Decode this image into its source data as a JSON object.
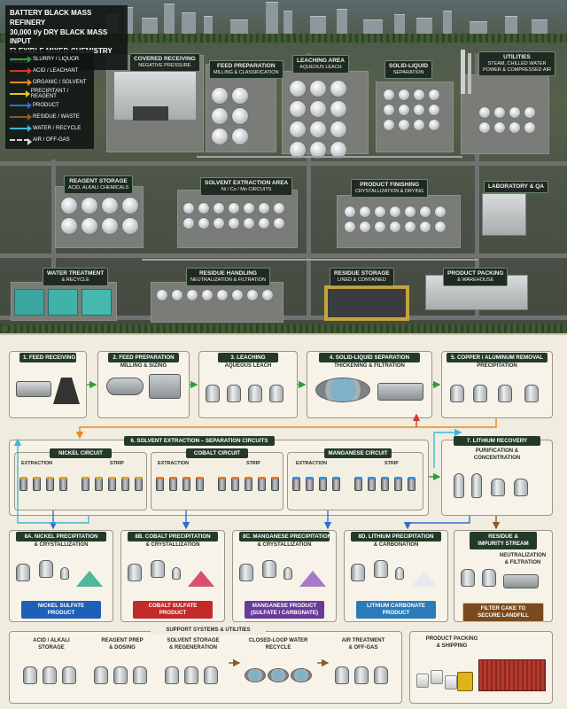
{
  "title": {
    "line1": "BATTERY BLACK MASS REFINERY",
    "line2": "30,000 t/y DRY BLACK MASS INPUT",
    "line3": "FLEXIBLE MIXED-CHEMISTRY FEED"
  },
  "legend": [
    {
      "label": "SLURRY / LIQUOR",
      "color": "#2e9e3c",
      "style": "solid"
    },
    {
      "label": "ACID / LEACHANT",
      "color": "#d8352b",
      "style": "solid"
    },
    {
      "label": "ORGANIC / SOLVENT",
      "color": "#e88a1d",
      "style": "solid"
    },
    {
      "label": "PRECIPITANT / REAGENT",
      "color": "#e8c51d",
      "style": "solid"
    },
    {
      "label": "PRODUCT",
      "color": "#2f6fd1",
      "style": "solid"
    },
    {
      "label": "RESIDUE / WASTE",
      "color": "#8a5a2b",
      "style": "solid"
    },
    {
      "label": "WATER / RECYCLE",
      "color": "#39b9d9",
      "style": "solid"
    },
    {
      "label": "AIR / OFF-GAS",
      "color": "#d9d9d9",
      "style": "dashed"
    }
  ],
  "aerial_labels": {
    "covered_receiving": [
      "COVERED RECEIVING",
      "NEGATIVE PRESSURE"
    ],
    "feed_preparation": [
      "FEED PREPARATION",
      "MILLING & CLASSIFICATION"
    ],
    "leaching_area": [
      "LEACHING AREA",
      "AQUEOUS LEACH"
    ],
    "solid_liquid": [
      "SOLID-LIQUID",
      "SEPARATION"
    ],
    "utilities": [
      "UTILITIES",
      "STEAM, CHILLED WATER",
      "POWER & COMPRESSED AIR"
    ],
    "reagent_storage": [
      "REAGENT STORAGE",
      "ACID, ALKALI CHEMICALS"
    ],
    "solvent_extraction_area": [
      "SOLVENT EXTRACTION AREA",
      "Ni / Co / Mn CIRCUITS"
    ],
    "product_finishing": [
      "PRODUCT FINISHING",
      "CRYSTALLIZATION & DRYING"
    ],
    "laboratory": [
      "LABORATORY & QA"
    ],
    "water_treatment": [
      "WATER TREATMENT",
      "& RECYCLE"
    ],
    "residue_handling": [
      "RESIDUE HANDLING",
      "NEUTRALIZATION & FILTRATION"
    ],
    "residue_storage": [
      "RESIDUE STORAGE",
      "LINED & CONTAINED"
    ],
    "product_packing": [
      "PRODUCT PACKING",
      "& WAREHOUSE"
    ]
  },
  "steps": {
    "s1": {
      "title": "1. FEED RECEIVING"
    },
    "s2": {
      "title": "2. FEED PREPARATION",
      "sub": "MILLING & SIZING"
    },
    "s3": {
      "title": "3. LEACHING",
      "sub": "AQUEOUS LEACH"
    },
    "s4": {
      "title": "4. SOLID-LIQUID SEPARATION",
      "sub": "THICKENING & FILTRATION"
    },
    "s5": {
      "title": "5. COPPER / ALUMINUM REMOVAL",
      "sub": "PRECIPITATION"
    },
    "s6": {
      "title": "6. SOLVENT EXTRACTION – SEPARATION CIRCUITS"
    },
    "s7": {
      "title": "7. LITHIUM RECOVERY",
      "sub1": "PURIFICATION &",
      "sub2": "CONCENTRATION"
    }
  },
  "circuits": [
    {
      "title": "NICKEL CIRCUIT",
      "extraction": "EXTRACTION",
      "strip": "STRIP"
    },
    {
      "title": "COBALT CIRCUIT",
      "extraction": "EXTRACTION",
      "strip": "STRIP"
    },
    {
      "title": "MANGANESE CIRCUIT",
      "extraction": "EXTRACTION",
      "strip": "STRIP"
    }
  ],
  "precip": [
    {
      "title": "8A. NICKEL PRECIPITATION",
      "sub": "& CRYSTALLIZATION",
      "product": [
        "NICKEL SULFATE",
        "PRODUCT"
      ],
      "color": "#1f5fb8",
      "crystal": "#4fb79a"
    },
    {
      "title": "8B. COBALT PRECIPITATION",
      "sub": "& CRYSTALLIZATION",
      "product": [
        "COBALT SULFATE",
        "PRODUCT"
      ],
      "color": "#c42a2a",
      "crystal": "#d8506e"
    },
    {
      "title": "8C. MANGANESE PRECIPITATION",
      "sub": "& CRYSTALLIZATION",
      "product": [
        "MANGANESE PRODUCT",
        "(SULFATE / CARBONATE)"
      ],
      "color": "#6a3a9a",
      "crystal": "#a779c9"
    },
    {
      "title": "8D. LITHIUM PRECIPITATION",
      "sub": "& CARBONATION",
      "product": [
        "LITHIUM CARBONATE",
        "PRODUCT"
      ],
      "color": "#2a7bb8",
      "crystal": "#e8e8ee"
    }
  ],
  "residue": {
    "title": [
      "RESIDUE &",
      "IMPURITY STREAM"
    ],
    "sub": [
      "NEUTRALIZATION",
      "& FILTRATION"
    ],
    "product": [
      "FILTER CAKE TO",
      "SECURE LANDFILL"
    ],
    "color": "#7a4a1f"
  },
  "support": {
    "title": "SUPPORT SYSTEMS & UTILITIES",
    "items": [
      [
        "ACID / ALKALI",
        "STORAGE"
      ],
      [
        "REAGENT PREP",
        "& DOSING"
      ],
      [
        "SOLVENT STORAGE",
        "& REGENERATION"
      ],
      [
        "CLOSED-LOOP WATER",
        "RECYCLE"
      ],
      [
        "AIR TREATMENT",
        "& OFF-GAS"
      ]
    ]
  },
  "packing": [
    "PRODUCT PACKING",
    "& SHIPPING"
  ]
}
